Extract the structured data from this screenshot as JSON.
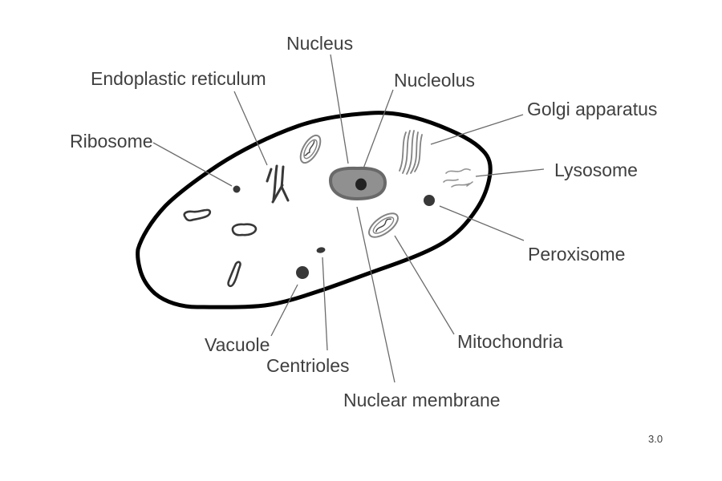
{
  "labels": {
    "nucleus": "Nucleus",
    "endoplasmic_reticulum": "Endoplastic reticulum",
    "nucleolus": "Nucleolus",
    "golgi": "Golgi apparatus",
    "ribosome": "Ribosome",
    "lysosome": "Lysosome",
    "peroxisome": "Peroxisome",
    "vacuole": "Vacuole",
    "centrioles": "Centrioles",
    "mitochondria": "Mitochondria",
    "nuclear_membrane": "Nuclear membrane",
    "version": "3.0"
  },
  "colors": {
    "background": "#ffffff",
    "membrane": "#000000",
    "label_text": "#404040",
    "leader_line": "#6b6b6b",
    "nucleus_fill": "#909090",
    "nucleus_border": "#696969",
    "nucleolus": "#222222",
    "organelle_dark": "#383838",
    "organelle_gray": "#828282",
    "organelle_light": "#949494"
  }
}
